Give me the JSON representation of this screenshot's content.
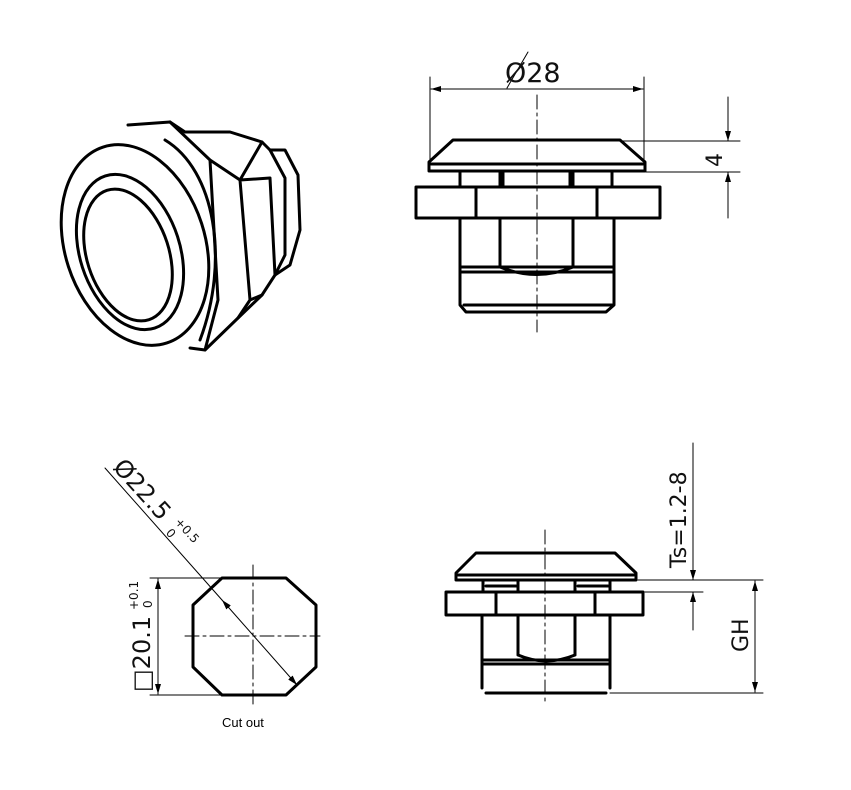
{
  "views": {
    "isometric": {
      "label": ""
    },
    "front_view": {
      "diameter_label": "Ø28",
      "flange_height_label": "4"
    },
    "cutout": {
      "diameter_label": "Ø22.5",
      "diameter_tol_upper": "+0.5",
      "diameter_tol_lower": "0",
      "square_label": "□20.1",
      "square_tol_upper": "+0.1",
      "square_tol_lower": "0",
      "caption": "Cut out"
    },
    "installed_view": {
      "thickness_label": "Ts=1.2-8",
      "height_label": "GH"
    }
  },
  "colors": {
    "line": "#000000",
    "background": "#ffffff"
  }
}
